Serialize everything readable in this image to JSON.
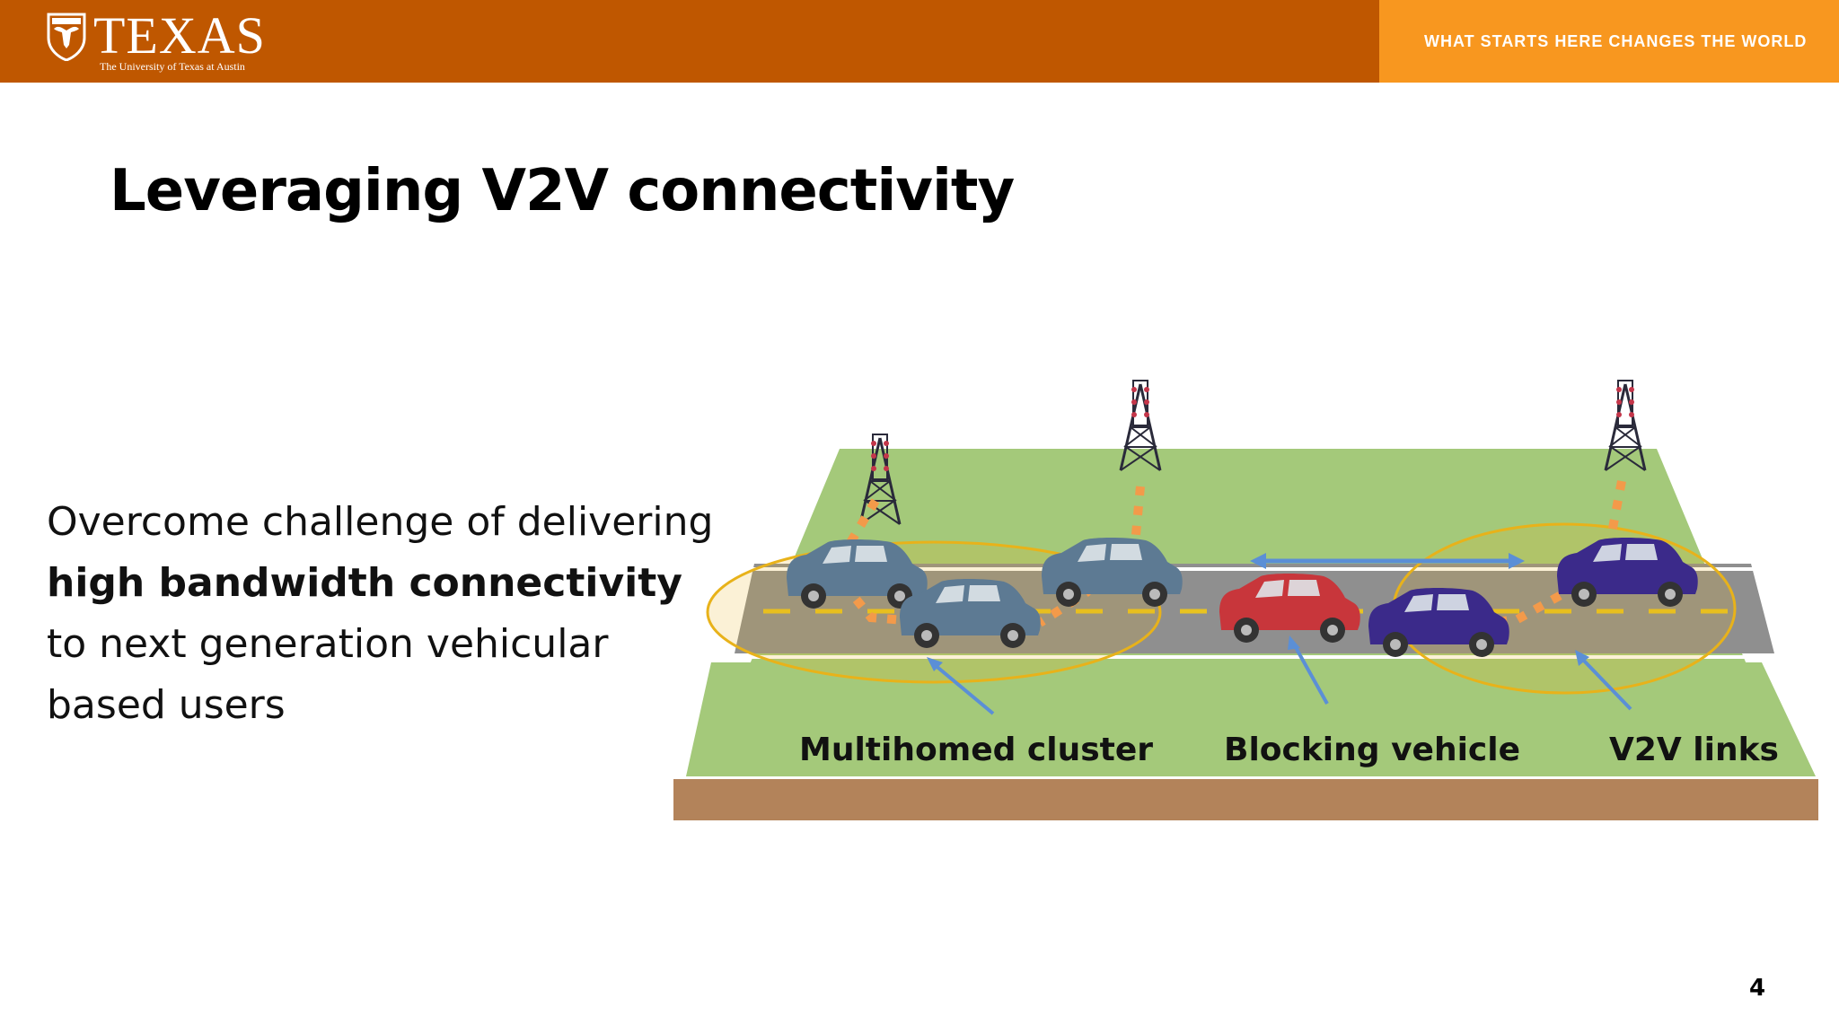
{
  "header": {
    "brand": "TEXAS",
    "brand_subtitle": "The University of Texas at Austin",
    "tagline": "WHAT STARTS HERE CHANGES THE WORLD",
    "logo_icon": "longhorn-shield-icon",
    "colors": {
      "burnt_orange": "#bf5700",
      "accent_orange": "#f8971f"
    }
  },
  "slide": {
    "title": "Leveraging V2V connectivity",
    "body": {
      "line1": "Overcome challenge of delivering",
      "line2": "high bandwidth connectivity",
      "line3": "to next generation vehicular",
      "line4": "based users"
    },
    "page_number": "4"
  },
  "diagram": {
    "labels": {
      "cluster": "Multihomed cluster",
      "blocking": "Blocking vehicle",
      "v2v": "V2V links"
    },
    "icons": [
      "cell-tower-icon",
      "car-icon"
    ],
    "colors": {
      "grass": "#a4c97a",
      "road": "#8f8f8f",
      "soil": "#b3835a",
      "cluster_outline": "#e8b21a",
      "link": "#f39a4a",
      "pointer": "#5b8fd6",
      "gray_car": "#5d7a93",
      "red_car": "#c8363b",
      "purple_car": "#3b2a8a"
    }
  }
}
